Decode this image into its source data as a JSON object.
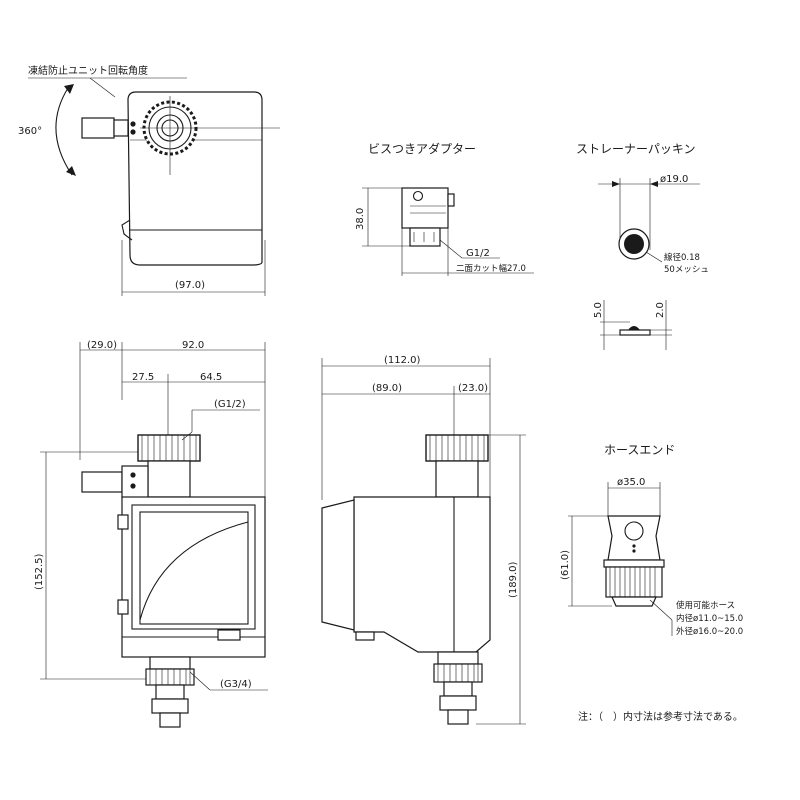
{
  "labels": {
    "rotation_title": "凍結防止ユニット回転角度",
    "rotation_angle": "360°",
    "top_width": "(97.0)",
    "adapter_title": "ビスつきアダプター",
    "adapter_height": "38.0",
    "adapter_thread": "G1/2",
    "adapter_flat": "二面カット幅27.0",
    "strainer_title": "ストレーナーパッキン",
    "strainer_dia": "ø19.0",
    "strainer_wire": "線径0.18",
    "strainer_mesh": "50メッシュ",
    "strainer_h1": "5.0",
    "strainer_h2": "2.0",
    "front_29": "(29.0)",
    "front_92": "92.0",
    "front_275": "27.5",
    "front_645": "64.5",
    "front_g12": "(G1/2)",
    "front_1525": "(152.5)",
    "front_g34": "(G3/4)",
    "side_112": "(112.0)",
    "side_89": "(89.0)",
    "side_23": "(23.0)",
    "side_189": "(189.0)",
    "hose_title": "ホースエンド",
    "hose_dia": "ø35.0",
    "hose_height": "(61.0)",
    "hose_use": "使用可能ホース",
    "hose_inner": "内径ø11.0~15.0",
    "hose_outer": "外径ø16.0~20.0",
    "note": "注：（　）内寸法は参考寸法である。"
  }
}
